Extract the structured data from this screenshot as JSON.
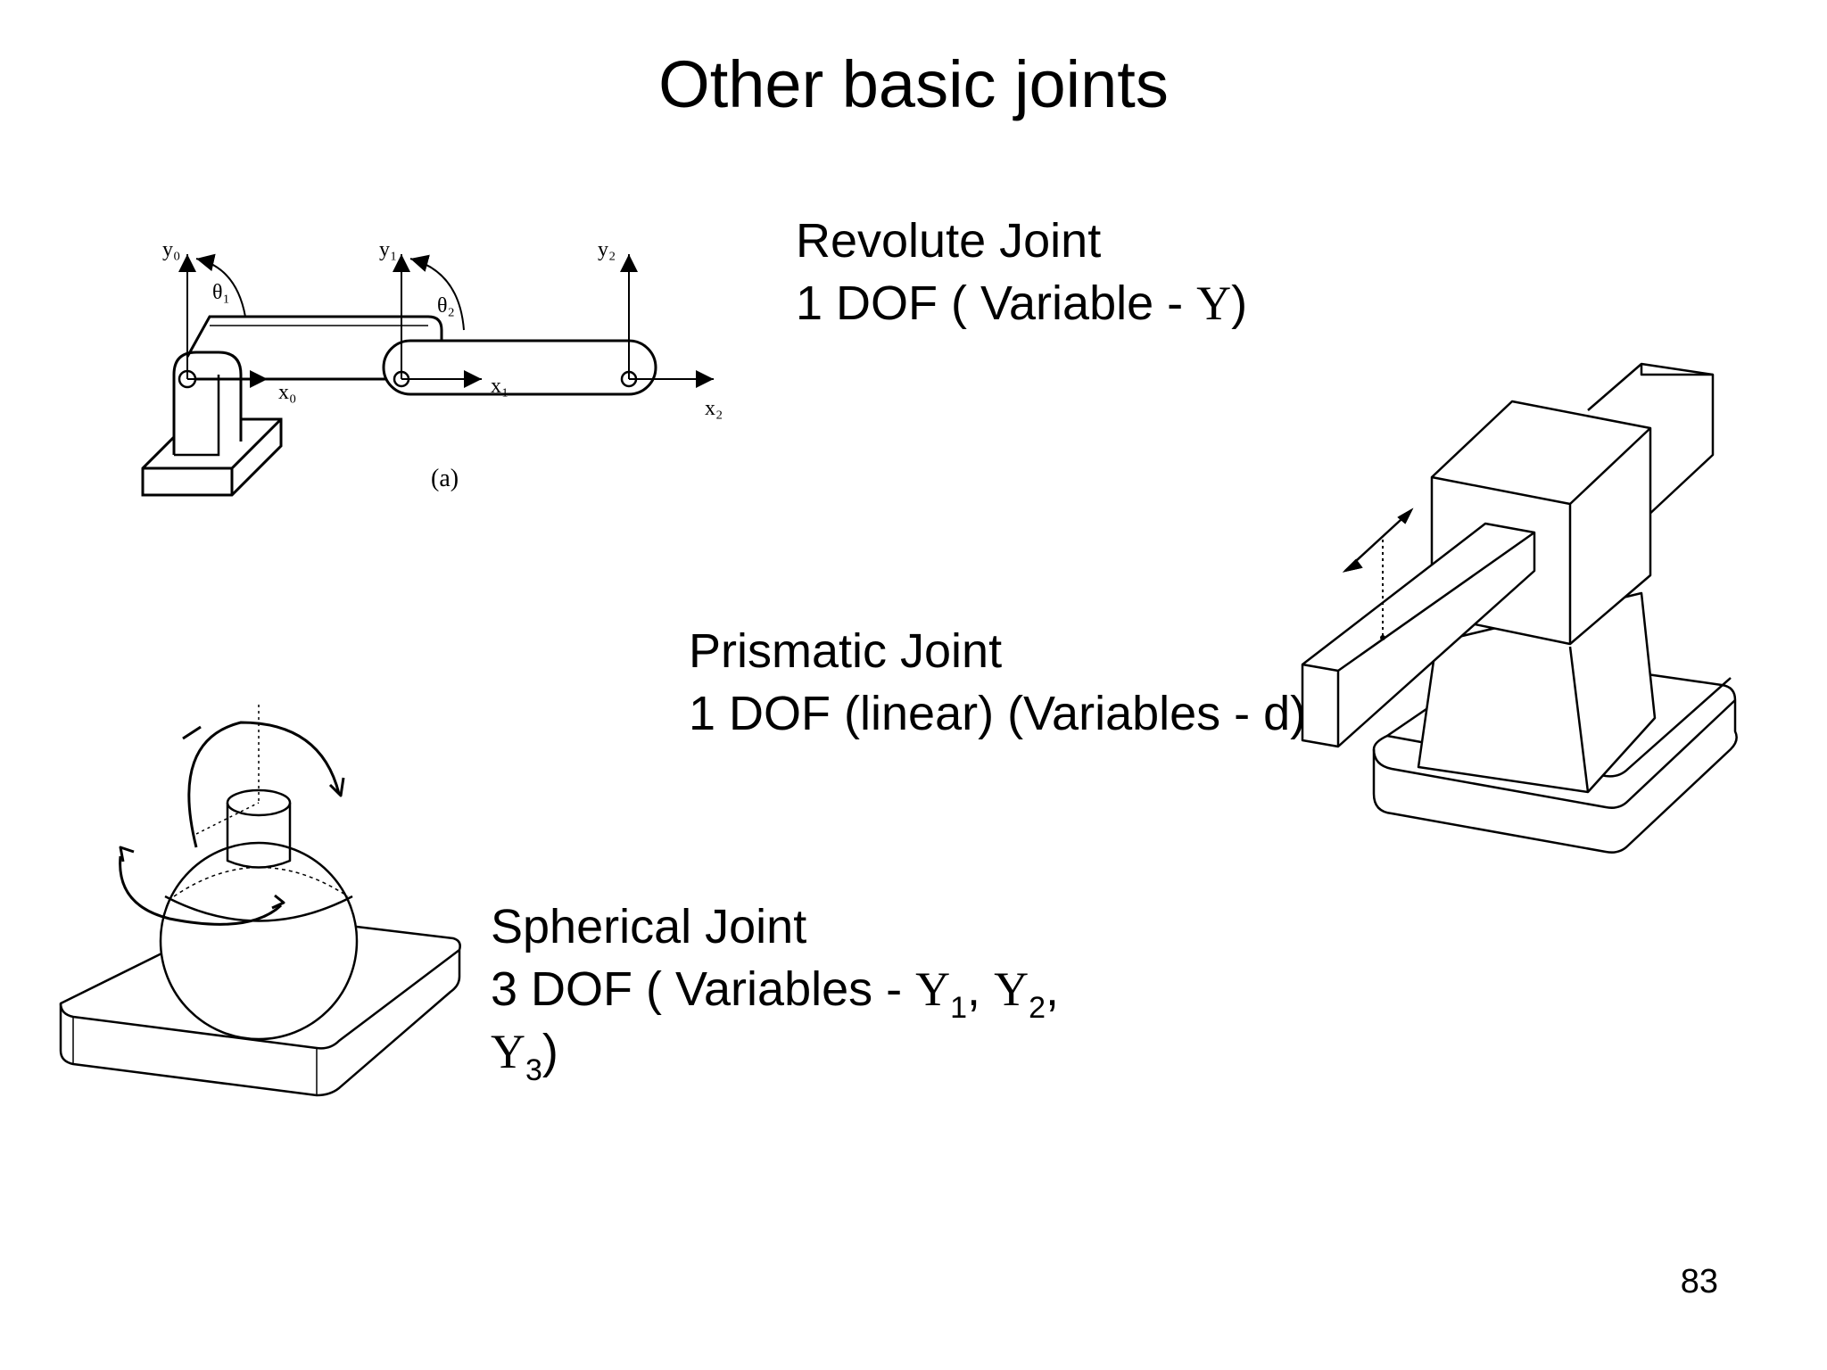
{
  "slide": {
    "title": "Other basic joints",
    "page_number": "83"
  },
  "revolute": {
    "name": "Revolute Joint",
    "dof_prefix": "1 DOF ( Variable - ",
    "symbol": "Y",
    "dof_suffix": ")",
    "figure_caption": "(a)",
    "figure_labels": {
      "y0": "y₀",
      "y1": "y₁",
      "y2": "y₂",
      "theta1": "θ₁",
      "theta2": "θ₂",
      "x0": "x₀",
      "x1": "x₁",
      "x2": "x₂"
    }
  },
  "prismatic": {
    "name": "Prismatic Joint",
    "dof": "1 DOF (linear) (Variables - d)"
  },
  "spherical": {
    "name": "Spherical Joint",
    "dof_prefix": "3 DOF ( Variables - ",
    "sym1": "Y",
    "sub1": "1",
    "sep1": ", ",
    "sym2": "Y",
    "sub2": "2",
    "sep2": ",",
    "sym3": "Y",
    "sub3": "3",
    "dof_suffix": ")"
  }
}
